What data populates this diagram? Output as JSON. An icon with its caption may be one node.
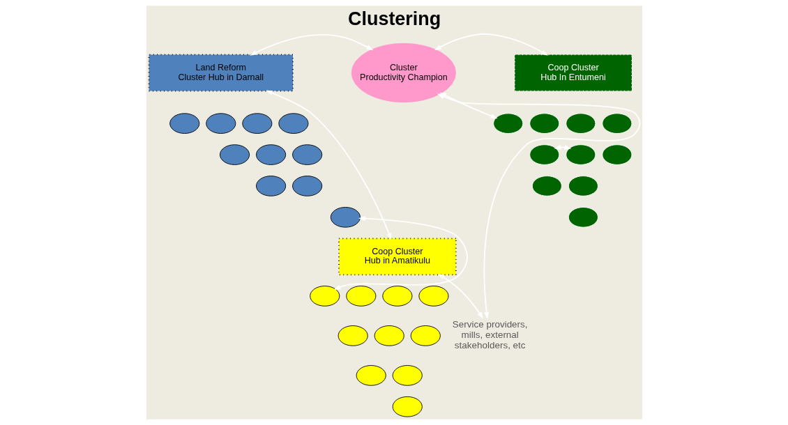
{
  "diagram": {
    "title": "Clustering",
    "nodes": [
      {
        "text": [
          "Land Reform  Cluster Hub in Darnall"
        ]
      },
      {
        "text": [],
        "shape": "circle"
      },
      {
        "text": [],
        "shape": "circle"
      },
      {
        "text": [],
        "shape": "circle"
      },
      {
        "text": [],
        "shape": "circle"
      },
      {
        "text": [],
        "shape": "circle"
      },
      {
        "text": [],
        "shape": "circle"
      },
      {
        "text": [],
        "shape": "circle"
      },
      {
        "text": [],
        "shape": "circle"
      },
      {
        "text": [],
        "shape": "circle"
      },
      {
        "text": [],
        "shape": "circle"
      },
      {
        "text": [
          "Cluster Productivity Champion"
        ]
      },
      {
        "text": [
          "Coop Cluster Hub In Entumeni"
        ]
      },
      {
        "text": [],
        "shape": "circle"
      },
      {
        "text": [],
        "shape": "circle"
      },
      {
        "text": [],
        "shape": "circle"
      },
      {
        "text": [],
        "shape": "circle"
      },
      {
        "text": [],
        "shape": "circle"
      },
      {
        "text": [],
        "shape": "circle"
      },
      {
        "text": [],
        "shape": "circle"
      },
      {
        "text": [],
        "shape": "circle"
      },
      {
        "text": [],
        "shape": "circle"
      },
      {
        "text": [],
        "shape": "circle"
      },
      {
        "text": [
          "Coop Cluster Hub in Amatikulu"
        ]
      },
      {
        "text": [],
        "shape": "circle"
      },
      {
        "text": [],
        "shape": "circle"
      },
      {
        "text": [],
        "shape": "circle"
      },
      {
        "text": [],
        "shape": "circle"
      },
      {
        "text": [],
        "shape": "circle"
      },
      {
        "text": [],
        "shape": "circle"
      },
      {
        "text": [],
        "shape": "circle"
      },
      {
        "text": [],
        "shape": "circle"
      },
      {
        "text": [],
        "shape": "circle"
      },
      {
        "text": [],
        "shape": "circle"
      },
      {
        "text": [
          "Service providers, mills, external stakeholders, etc"
        ]
      }
    ],
    "edges": [
      {
        "from": 0,
        "to": 11,
        "arrow": "both"
      },
      {
        "from": 11,
        "to": 12,
        "arrow": "both"
      },
      {
        "from": 0,
        "to": 23,
        "arrow": "both"
      },
      {
        "from": 10,
        "to": 24,
        "arrow": "both"
      },
      {
        "from": 11,
        "to": 13,
        "arrow": "both"
      },
      {
        "from": 17,
        "to": 18,
        "arrow": "both"
      },
      {
        "from": 11,
        "to": 34,
        "arrow": "both"
      },
      {
        "from": 23,
        "to": 34,
        "arrow": "both"
      }
    ]
  }
}
